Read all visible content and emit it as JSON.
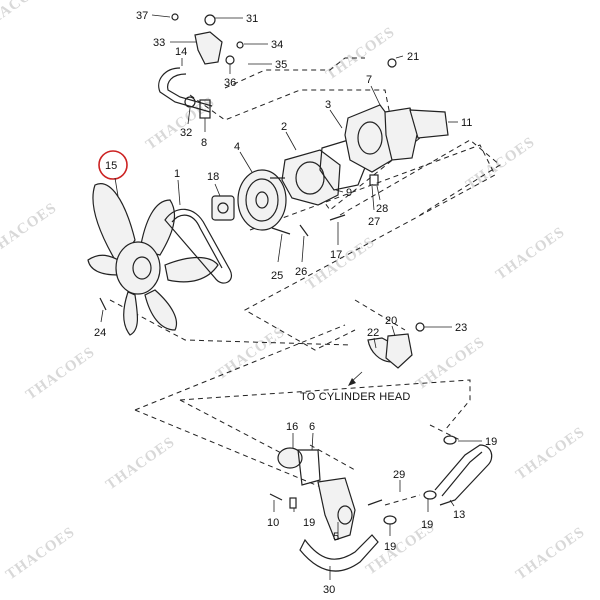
{
  "watermark": "THACOES",
  "highlight_color": "#cc2222",
  "highlighted_callout": "15",
  "note": "TO CYLINDER HEAD",
  "callouts": {
    "c37": "37",
    "c31": "31",
    "c33": "33",
    "c14": "14",
    "c34": "34",
    "c36": "36",
    "c35": "35",
    "c21": "21",
    "c7": "7",
    "c3": "3",
    "c2": "2",
    "c11": "11",
    "c32": "32",
    "c8": "8",
    "c4": "4",
    "c15": "15",
    "c1": "1",
    "c18": "18",
    "c9": "9",
    "c28": "28",
    "c27": "27",
    "c17": "17",
    "c26": "26",
    "c25": "25",
    "c24": "24",
    "c22": "22",
    "c20": "20",
    "c23": "23",
    "c16": "16",
    "c6": "6",
    "c19a": "19",
    "c29": "29",
    "c10": "10",
    "c19b": "19",
    "c13": "13",
    "c19c": "19",
    "c5": "5",
    "c19d": "19",
    "c30": "30"
  }
}
